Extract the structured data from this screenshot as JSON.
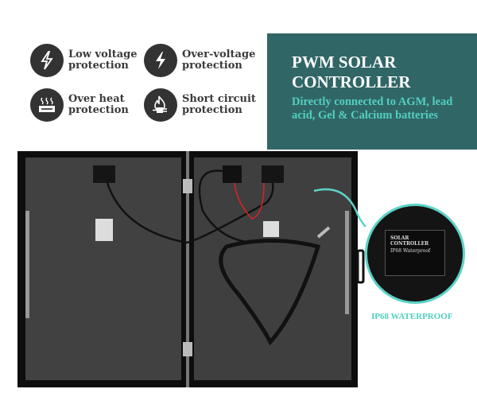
{
  "features": [
    {
      "icon": "lightning-bolt-outline-icon",
      "line1": "Low voltage",
      "line2": "protection"
    },
    {
      "icon": "lightning-bolt-icon",
      "line1": "Over-voltage",
      "line2": "protection"
    },
    {
      "icon": "heat-icon",
      "line1": "Over heat",
      "line2": "protection"
    },
    {
      "icon": "fire-plug-icon",
      "line1": "Short circuit",
      "line2": "protection"
    }
  ],
  "hero": {
    "title_line1": "PWM SOLAR",
    "title_line2": "CONTROLLER",
    "subtitle": "Directly connected to AGM, lead acid, Gel & Calcium batteries"
  },
  "inset": {
    "device_label": "SOLAR CONTROLLER",
    "device_sub": "IP68 Waterproof",
    "caption": "IP68 WATERPROOF"
  },
  "colors": {
    "hero_bg": "#316667",
    "accent": "#52d0c0",
    "icon_bg": "#333333"
  }
}
